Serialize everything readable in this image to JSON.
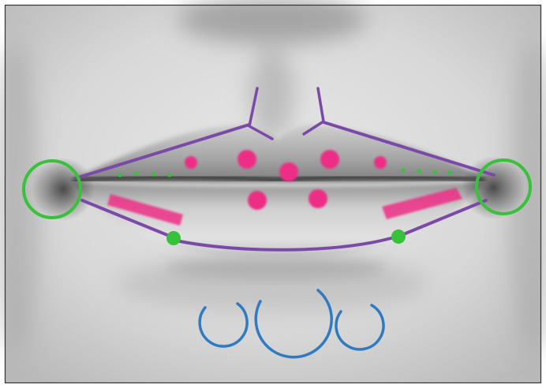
{
  "figure": {
    "subject": "lips-photo-with-markings",
    "colors": {
      "border": "#333333",
      "skin_light": "#e4e4e4",
      "skin_mid": "#bcbcbc",
      "skin_dark": "#8c8c8c",
      "shadow": "#2a2a2a",
      "purple_lines": "#7b4aa8",
      "pink_marks": "#ee2f86",
      "green_marks": "#38c13a",
      "blue_circles": "#2f7bc2"
    },
    "counts": {
      "pink_dots": 7,
      "pink_strokes": 2,
      "green_circles": 2,
      "green_dots_large": 2,
      "green_dot_rows": 2,
      "blue_arcs": 3
    }
  }
}
